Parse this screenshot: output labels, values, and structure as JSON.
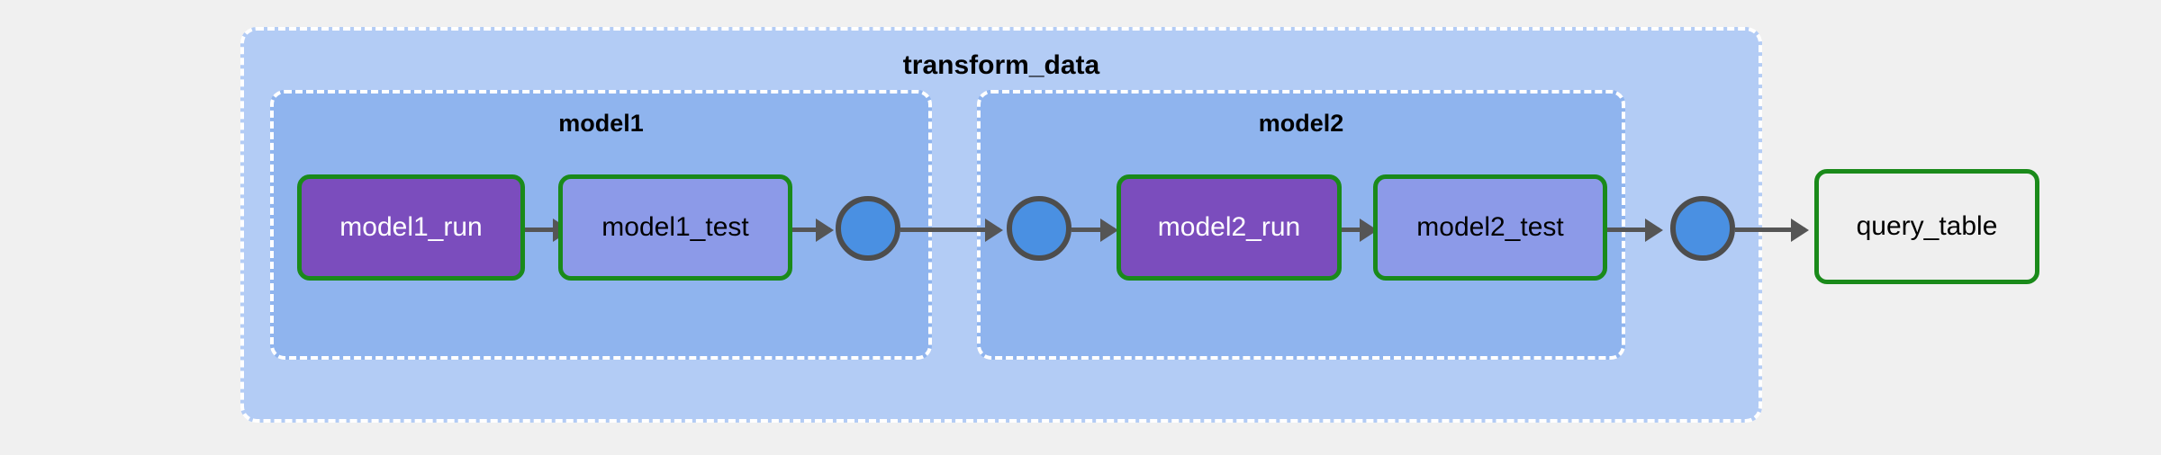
{
  "diagram": {
    "type": "pipeline-dag",
    "background_color": "#f0f0f0",
    "outer_subgraph": {
      "label": "transform_data",
      "fill_color": "#b3ccf5",
      "border_color": "#ffffff",
      "border_style": "dashed"
    },
    "subgraphs": [
      {
        "label": "model1",
        "fill_color": "#8fb4ee",
        "border_color": "#ffffff",
        "border_style": "dashed"
      },
      {
        "label": "model2",
        "fill_color": "#8fb4ee",
        "border_color": "#ffffff",
        "border_style": "dashed"
      }
    ],
    "nodes": [
      {
        "id": "model1_run",
        "label": "model1_run",
        "shape": "rounded-rect",
        "fill_color": "#7b4dbd",
        "border_color": "#1a8a1a",
        "text_color": "#ffffff",
        "group": "model1"
      },
      {
        "id": "model1_test",
        "label": "model1_test",
        "shape": "rounded-rect",
        "fill_color": "#8c9ae8",
        "border_color": "#1a8a1a",
        "text_color": "#000000",
        "group": "model1"
      },
      {
        "id": "model1_point",
        "label": "",
        "shape": "circle",
        "fill_color": "#4a90e2",
        "border_color": "#4d4d4d",
        "text_color": "#000000",
        "group": "model1"
      },
      {
        "id": "model2_point_in",
        "label": "",
        "shape": "circle",
        "fill_color": "#4a90e2",
        "border_color": "#4d4d4d",
        "text_color": "#000000",
        "group": "model2"
      },
      {
        "id": "model2_run",
        "label": "model2_run",
        "shape": "rounded-rect",
        "fill_color": "#7b4dbd",
        "border_color": "#1a8a1a",
        "text_color": "#ffffff",
        "group": "model2"
      },
      {
        "id": "model2_test",
        "label": "model2_test",
        "shape": "rounded-rect",
        "fill_color": "#8c9ae8",
        "border_color": "#1a8a1a",
        "text_color": "#000000",
        "group": "model2"
      },
      {
        "id": "model2_point_out",
        "label": "",
        "shape": "circle",
        "fill_color": "#4a90e2",
        "border_color": "#4d4d4d",
        "text_color": "#000000",
        "group": "transform_data"
      },
      {
        "id": "query_table",
        "label": "query_table",
        "shape": "rounded-rect",
        "fill_color": "#efefef",
        "border_color": "#1a8a1a",
        "text_color": "#000000",
        "group": "root"
      }
    ],
    "edges": [
      {
        "from": "model1_run",
        "to": "model1_test"
      },
      {
        "from": "model1_test",
        "to": "model1_point"
      },
      {
        "from": "model1_point",
        "to": "model2_point_in"
      },
      {
        "from": "model2_point_in",
        "to": "model2_run"
      },
      {
        "from": "model2_run",
        "to": "model2_test"
      },
      {
        "from": "model2_test",
        "to": "model2_point_out"
      },
      {
        "from": "model2_point_out",
        "to": "query_table"
      }
    ],
    "edge_color": "#555555"
  }
}
